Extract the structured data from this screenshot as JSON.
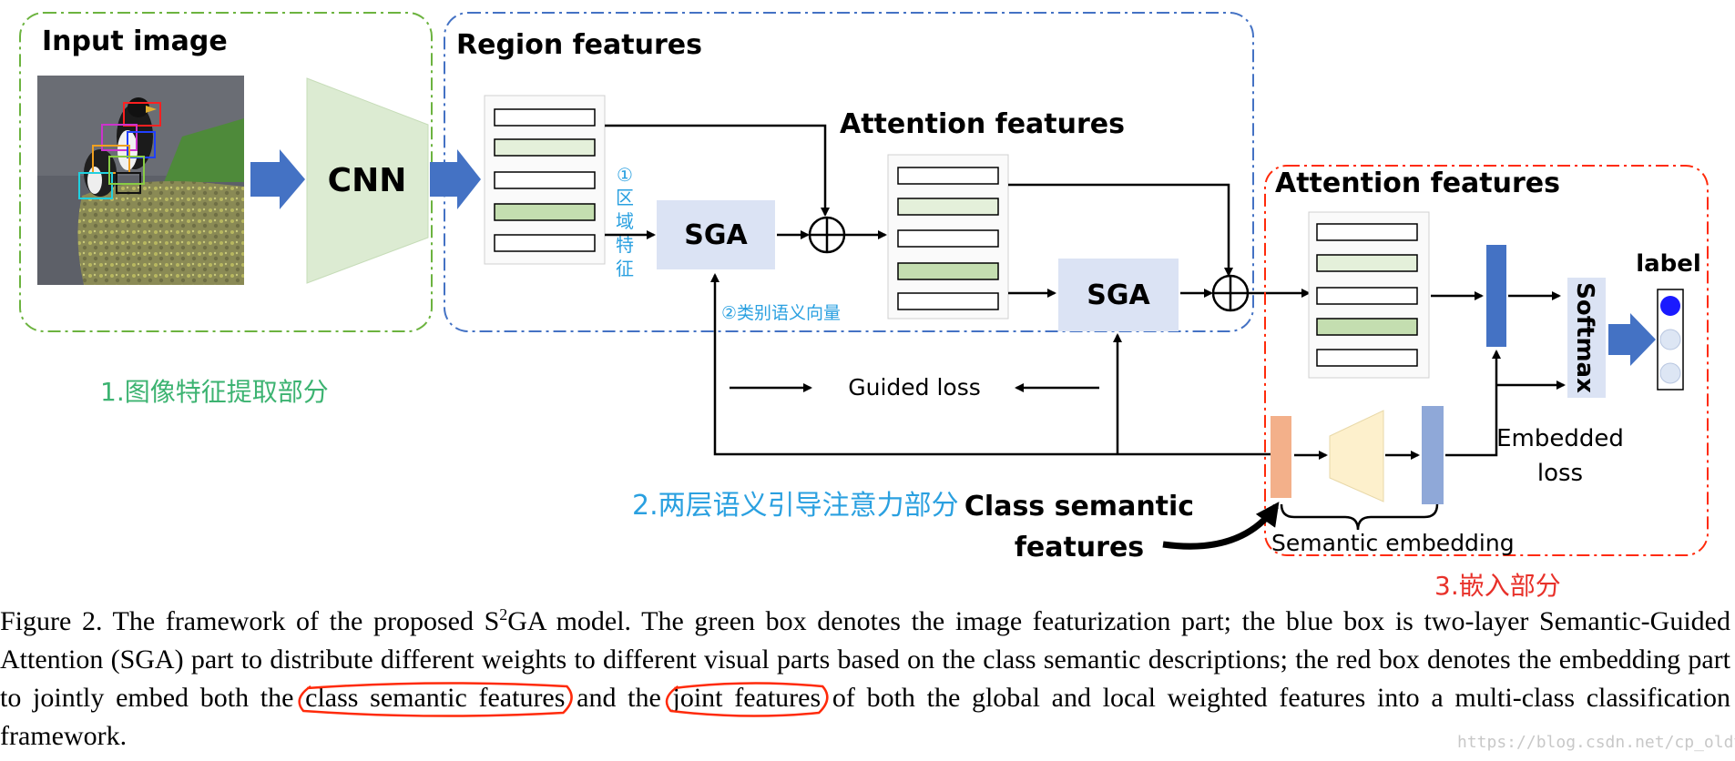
{
  "input_section": {
    "title": "Input image",
    "cnn_label": "CNN",
    "chinese_label": "1.图像特征提取部分"
  },
  "region_section": {
    "title": "Region features",
    "attention_title": "Attention features",
    "sga1": "SGA",
    "sga2": "SGA",
    "region_note_num": "①",
    "region_note_chars": [
      "区",
      "域",
      "特",
      "征"
    ],
    "class_vector_note": "②类别语义向量",
    "guided_loss": "Guided loss",
    "chinese_label": "2.两层语义引导注意力部分"
  },
  "embed_section": {
    "attention_title": "Attention features",
    "label": "label",
    "softmax": "Softmax",
    "embedded_loss_line1": "Embedded",
    "embedded_loss_line2": "loss",
    "semantic_embedding": "Semantic embedding",
    "class_semantic_line1": "Class semantic",
    "class_semantic_line2": "features",
    "chinese_label": "3.嵌入部分"
  },
  "caption": {
    "part1": "Figure 2. The framework of the proposed S",
    "sup": "2",
    "part2": "GA model.  The green box denotes the image featurization part; the blue box is two-layer Semantic-Guided Attention (SGA) part to distribute different weights to different visual parts based on the class semantic descriptions; the red box denotes the embedding part to jointly embed both the ",
    "circled1": "class semantic features",
    "part3": " and the ",
    "circled2": "joint features",
    "part4": " of both the global and local weighted features into a multi-class classification framework."
  },
  "watermark": "https://blog.csdn.net/cp_oldy",
  "colors": {
    "green_box": "#6cb33f",
    "blue_box": "#4472c4",
    "red_box": "#ff2a0a",
    "green_text": "#3cb371",
    "blue_text": "#2aa0e0",
    "red_text": "#e8312a"
  }
}
